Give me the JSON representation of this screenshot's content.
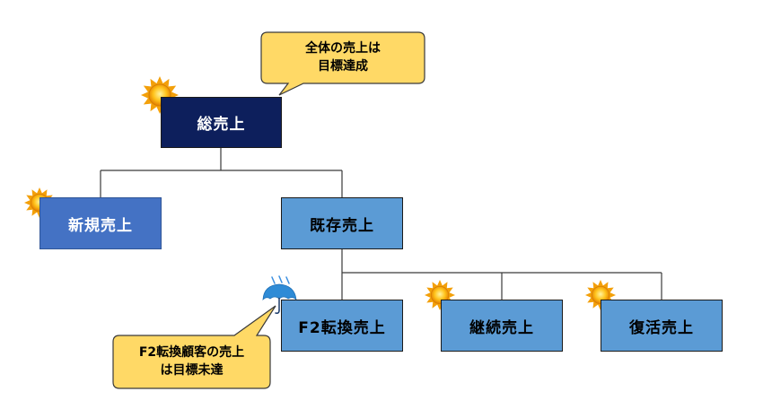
{
  "nodes": {
    "total_sales": "総売上",
    "new_sales": "新規売上",
    "existing_sales": "既存売上",
    "f2_conversion_sales": "F2転換売上",
    "continuing_sales": "継続売上",
    "revival_sales": "復活売上"
  },
  "callouts": {
    "target_achieved": [
      "全体の売上は",
      "目標達成"
    ],
    "target_missed": [
      "F2転換顧客の売上",
      "は目標未達"
    ]
  },
  "icons": {
    "total_sales": "sun-icon",
    "new_sales": "sun-icon",
    "f2_conversion_sales": "umbrella-rain-icon",
    "continuing_sales": "sun-icon",
    "revival_sales": "sun-icon"
  },
  "colors": {
    "dark_navy": "#0d1f5c",
    "medium_blue": "#4472c4",
    "light_blue": "#5b9bd5",
    "callout_yellow": "#ffd966",
    "sun_orange": "#f5a20a",
    "umbrella_blue": "#2e8bd6"
  }
}
